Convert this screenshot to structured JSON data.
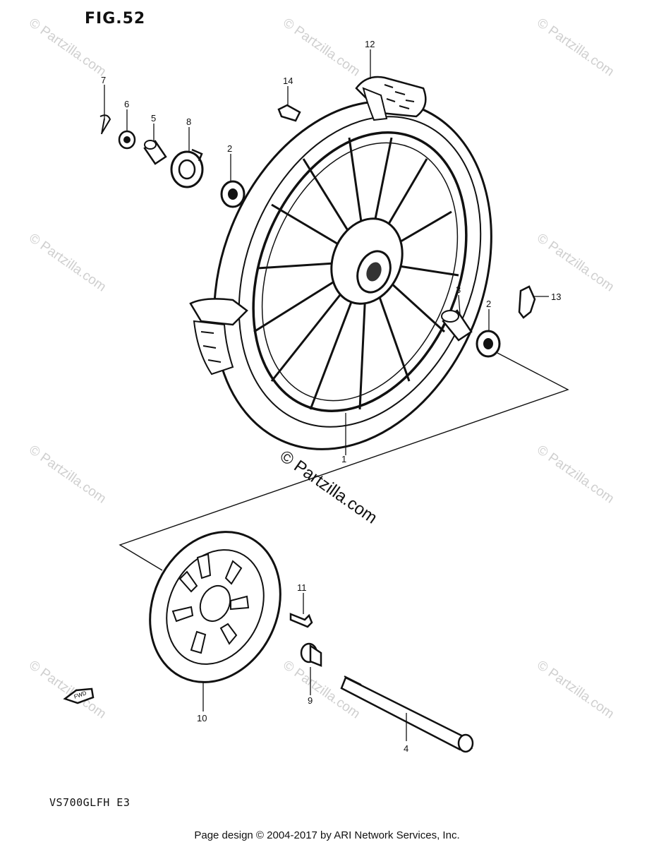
{
  "figure": {
    "title": "FIG.52",
    "model": "VS700GLFH  E3"
  },
  "footer": {
    "text": "Page design © 2004-2017 by ARI Network Services, Inc."
  },
  "watermark": {
    "text": "© Partzilla.com"
  },
  "fwd_label": "FWD",
  "callouts": [
    "7",
    "6",
    "5",
    "8",
    "2",
    "14",
    "12",
    "3",
    "2",
    "13",
    "1",
    "11",
    "9",
    "10",
    "4"
  ]
}
